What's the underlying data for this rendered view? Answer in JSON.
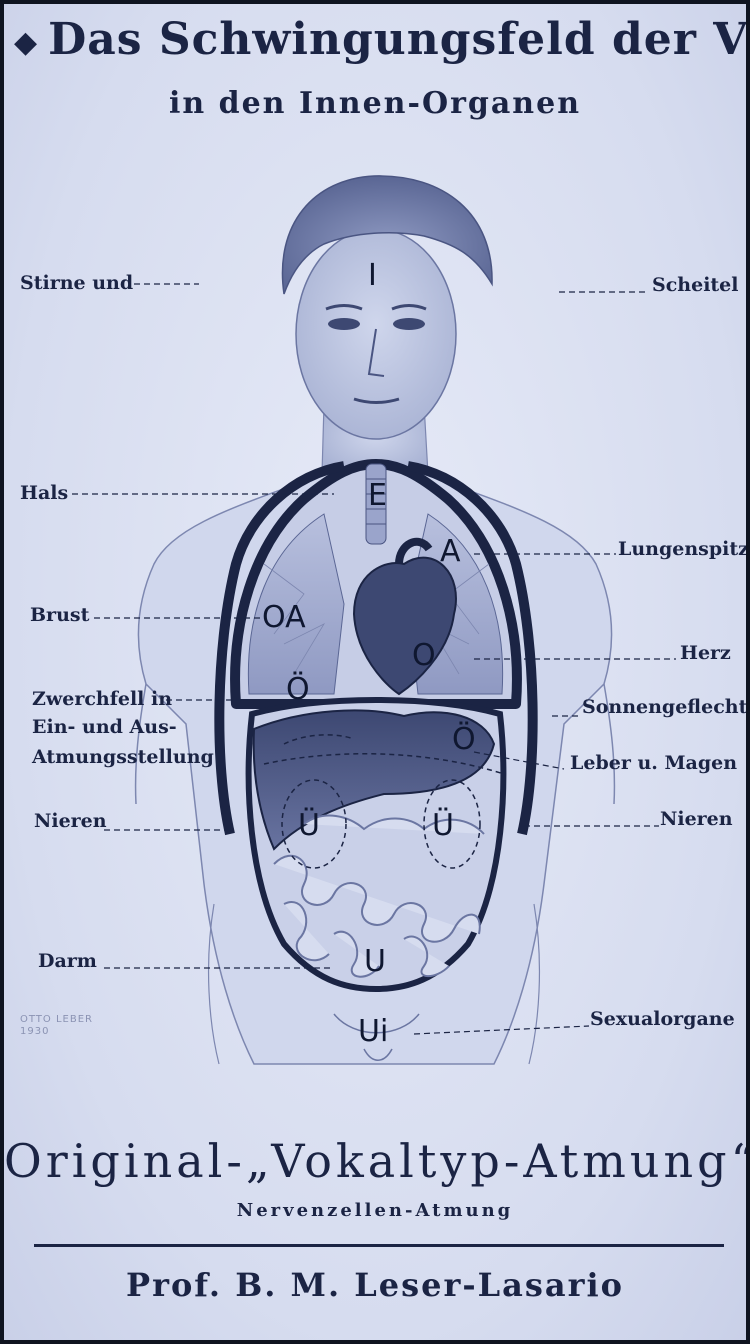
{
  "header": {
    "title": "Das Schwingungsfeld der Vokale",
    "subtitle": "in den Innen-Organen",
    "ornament": "◆"
  },
  "labels_left": [
    {
      "id": "stirne",
      "text": "Stirne und"
    },
    {
      "id": "hals",
      "text": "Hals"
    },
    {
      "id": "brust",
      "text": "Brust"
    },
    {
      "id": "zwerchfell",
      "lines": [
        "Zwerchfell in",
        "Ein- und Aus-",
        "Atmungsstellung"
      ]
    },
    {
      "id": "nieren_l",
      "text": "Nieren"
    },
    {
      "id": "darm",
      "text": "Darm"
    }
  ],
  "labels_right": [
    {
      "id": "scheitel",
      "text": "Scheitel"
    },
    {
      "id": "lungenspitze",
      "text": "Lungenspitze"
    },
    {
      "id": "herz",
      "text": "Herz"
    },
    {
      "id": "sonnengeflecht",
      "text": "Sonnengeflecht"
    },
    {
      "id": "leber",
      "text": "Leber u. Magen"
    },
    {
      "id": "nieren_r",
      "text": "Nieren"
    },
    {
      "id": "sexual",
      "text": "Sexualorgane"
    }
  ],
  "vowels": {
    "i": "I",
    "e": "E",
    "a": "A",
    "oa": "OA",
    "o": "O",
    "oe": "Ö",
    "oe2": "Ö",
    "ue_l": "Ü",
    "ue_r": "Ü",
    "u": "U",
    "ui": "Ui"
  },
  "stamp": [
    "OTTO LEBER",
    "1930"
  ],
  "footer": {
    "title": "Original-„Vokaltyp-Atmung“",
    "subtitle": "Nervenzellen-Atmung",
    "author": "Prof. B. M. Leser-Lasario"
  },
  "colors": {
    "paper": "#dbe1f2",
    "ink": "#1b2444"
  }
}
